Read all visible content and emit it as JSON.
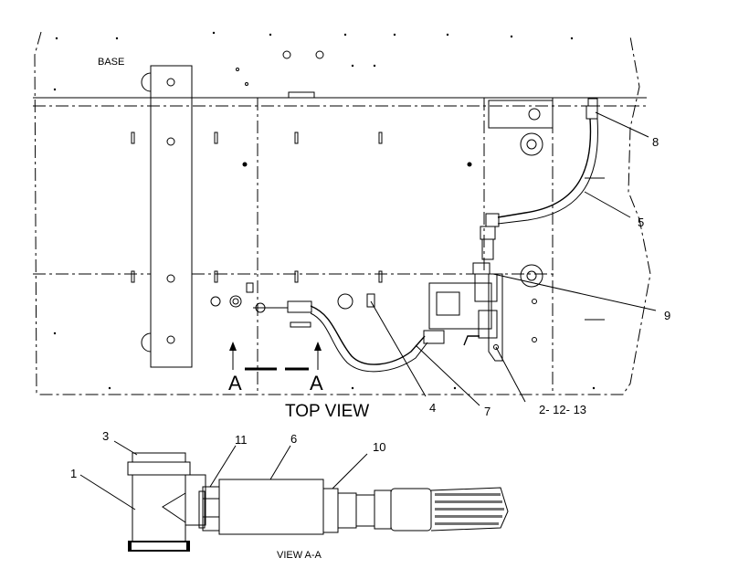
{
  "labels": {
    "base": "BASE",
    "top_view": "TOP VIEW",
    "section_left": "A",
    "section_right": "A",
    "view_aa": "VIEW A-A"
  },
  "callouts": {
    "c1": "1",
    "c2_12_13": "2- 12- 13",
    "c3": "3",
    "c4": "4",
    "c5": "5",
    "c6": "6",
    "c7": "7",
    "c8": "8",
    "c9": "9",
    "c10": "10",
    "c11": "11"
  }
}
